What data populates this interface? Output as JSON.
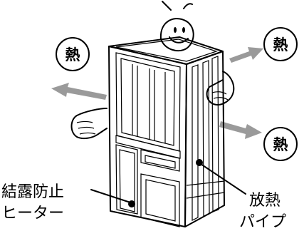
{
  "heat_bubbles": [
    {
      "id": "left",
      "text": "熱"
    },
    {
      "id": "top-right",
      "text": "熱"
    },
    {
      "id": "bottom-right",
      "text": "熱"
    }
  ],
  "labels": {
    "condensation_heater": {
      "line1": "結露防止",
      "line2": "ヒーター"
    },
    "heat_pipe": {
      "line1": "放熱",
      "line2": "パイプ"
    }
  },
  "colors": {
    "arrow": "#9a9a9a",
    "line": "#000000",
    "background": "#ffffff",
    "hand_fill": "#ffffff"
  }
}
